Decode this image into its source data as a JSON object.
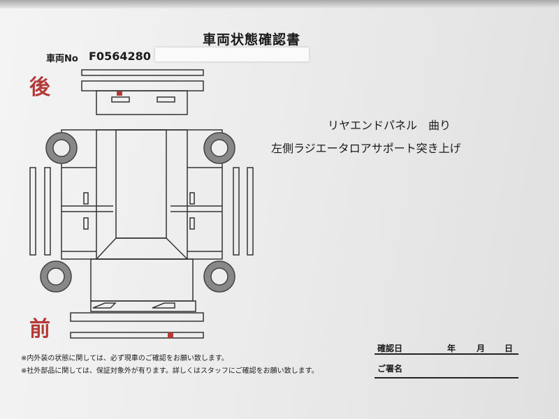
{
  "title": "車両状態確認書",
  "vehicle": {
    "label": "車両No",
    "number": "F0564280"
  },
  "diagram": {
    "rear_label": "後",
    "front_label": "前",
    "accent_color": "#b43a3a"
  },
  "notes": [
    "リヤエンドパネル　曲り",
    "左側ラジエータロアサポート突き上げ"
  ],
  "footnotes": [
    "※内外装の状態に関しては、必ず現車のご確認をお願い致します。",
    "※社外部品に関しては、保証対象外が有ります。詳しくはスタッフにご確認をお願い致します。"
  ],
  "confirm": {
    "date_label": "確認日",
    "year": "年",
    "month": "月",
    "day": "日",
    "signature_label": "ご署名"
  }
}
